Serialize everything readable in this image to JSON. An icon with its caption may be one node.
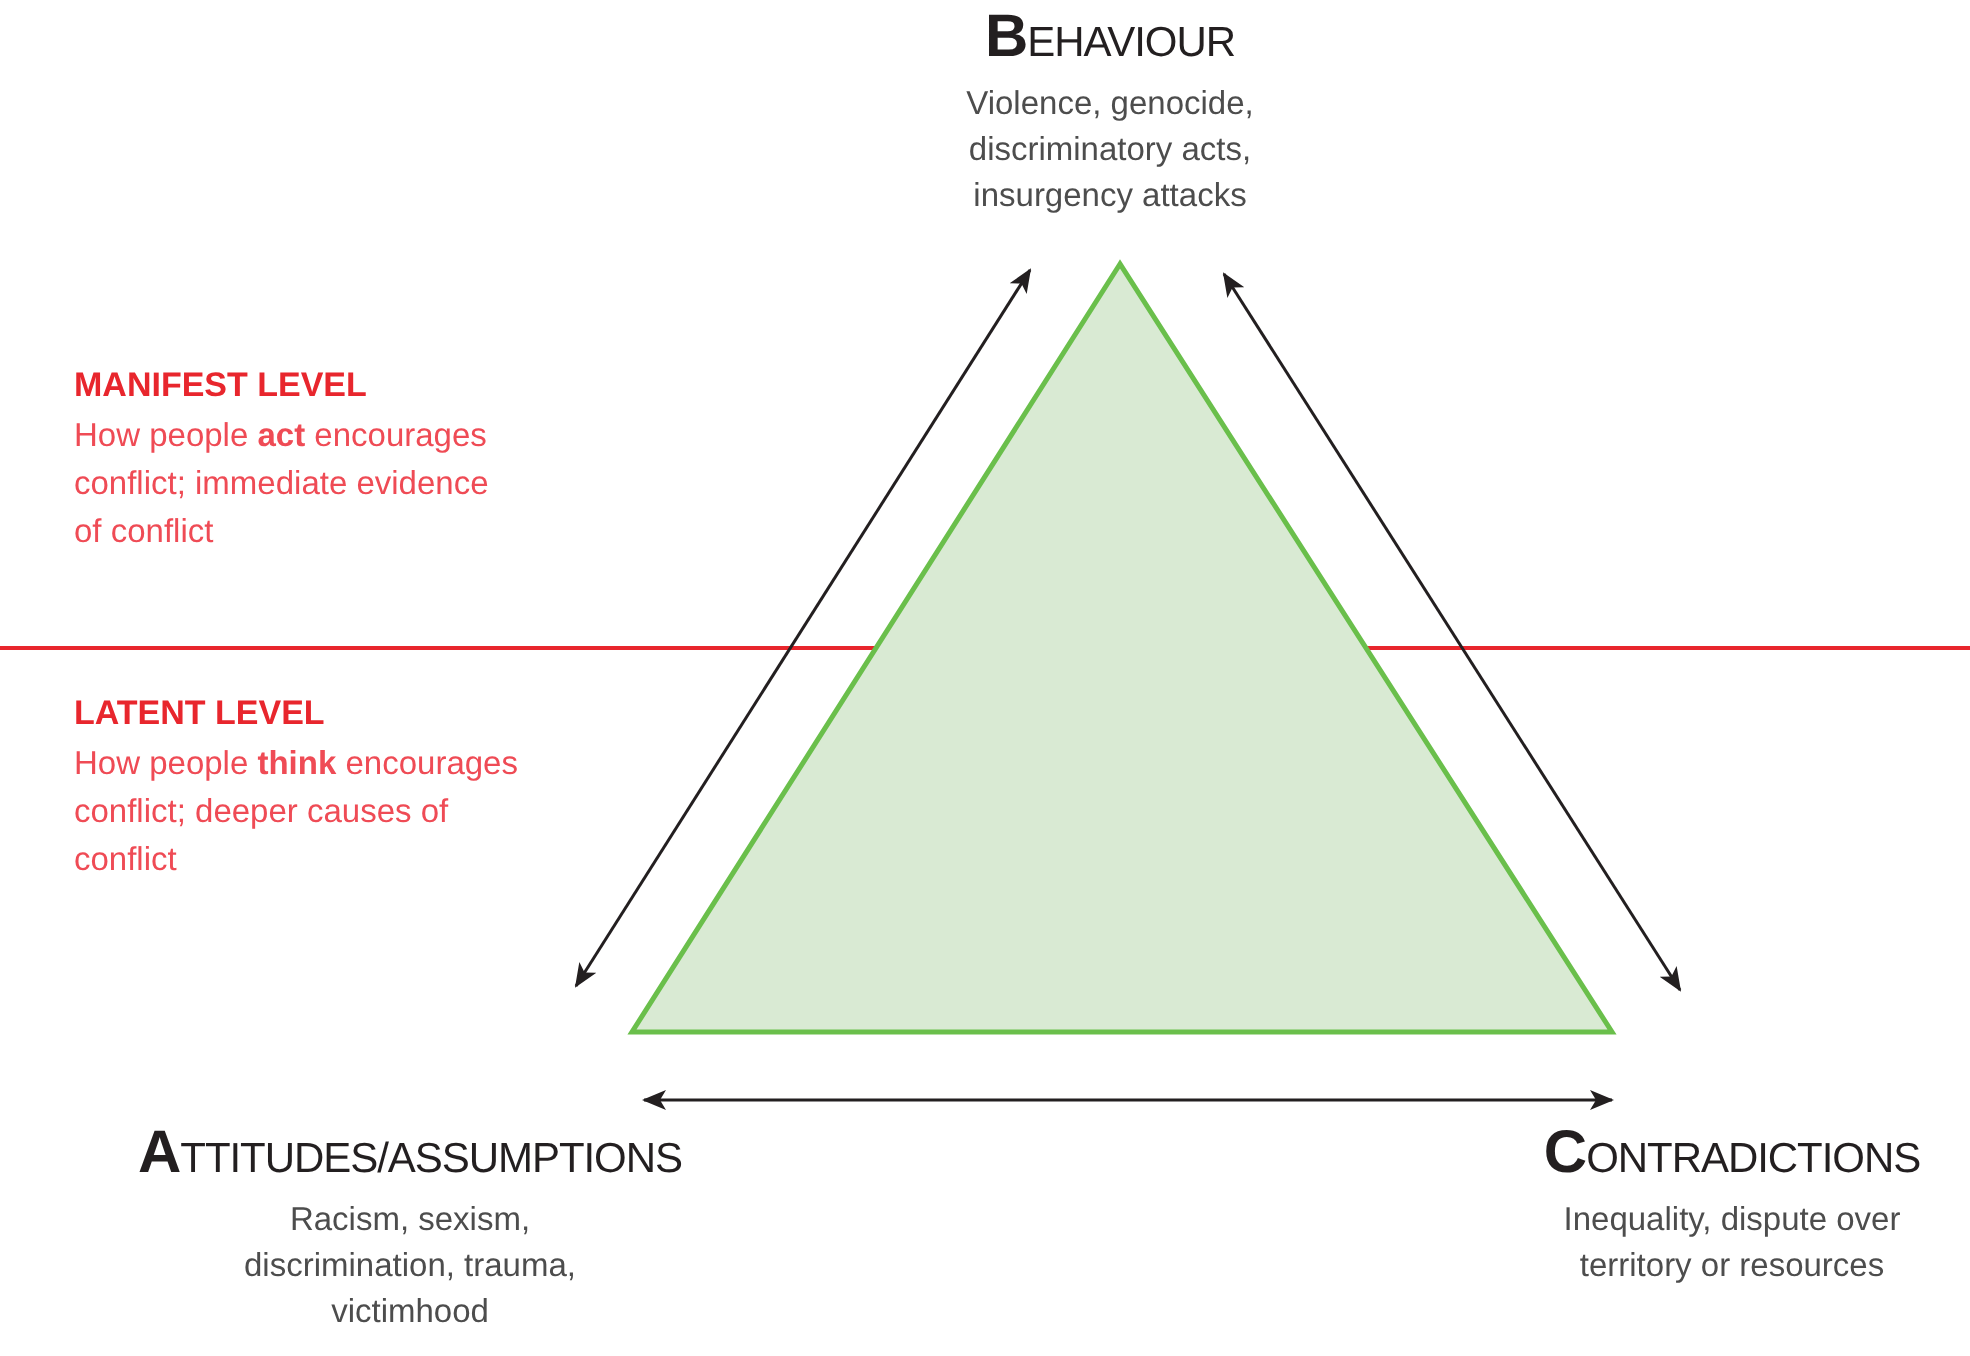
{
  "diagram": {
    "nodes": [
      {
        "text": [
          "BEHAVIOUR",
          "Violence, genocide, discriminatory acts, insurgency attacks"
        ]
      },
      {
        "text": [
          "ATTITUDES/ASSUMPTIONS",
          "Racism, sexism, discrimination, trauma, victimhood"
        ]
      },
      {
        "text": [
          "CONTRADICTIONS",
          "Inequality, dispute over territory or resources"
        ]
      }
    ],
    "edges": [
      {
        "from": 1,
        "to": 0,
        "arrow": "both"
      },
      {
        "from": 0,
        "to": 2,
        "arrow": "both"
      },
      {
        "from": 1,
        "to": 2,
        "arrow": "both"
      }
    ],
    "labels": [
      "MANIFEST LEVEL",
      "How people **act** encourages conflict; immediate evidence of conflict",
      "LATENT LEVEL",
      "How people **think** encourages conflict; deeper causes of conflict"
    ]
  }
}
